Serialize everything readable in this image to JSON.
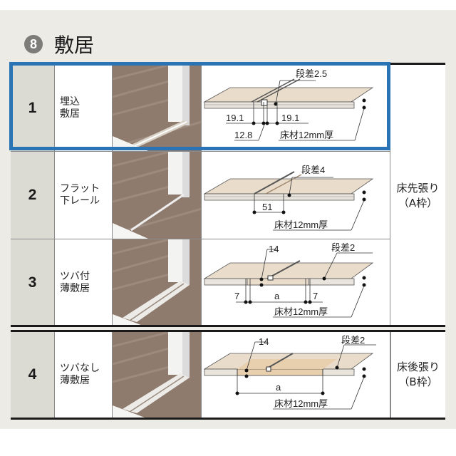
{
  "section": {
    "badge": "8",
    "title": "敷居"
  },
  "rows": [
    {
      "num": "1",
      "name_line1": "埋込",
      "name_line2": "敷居",
      "labels": {
        "step": "段差2.5",
        "left": "19.1",
        "right": "19.1",
        "mid": "12.8",
        "floor": "床材12mm厚"
      }
    },
    {
      "num": "2",
      "name_line1": "フラット",
      "name_line2": "下レール",
      "labels": {
        "step": "段差4",
        "width": "51",
        "floor": "床材12mm厚"
      }
    },
    {
      "num": "3",
      "name_line1": "ツバ付",
      "name_line2": "薄敷居",
      "labels": {
        "top": "14",
        "step": "段差2",
        "left": "7",
        "a": "a",
        "right": "7",
        "floor": "床材12mm厚"
      }
    },
    {
      "num": "4",
      "name_line1": "ツバなし",
      "name_line2": "薄敷居",
      "labels": {
        "top": "14",
        "step": "段差2",
        "a": "a",
        "floor": "床材12mm厚"
      }
    }
  ],
  "groups": [
    {
      "line1": "床先張り",
      "line2": "（A枠）"
    },
    {
      "line1": "床後張り",
      "line2": "（B枠）"
    }
  ],
  "colors": {
    "highlight": "#2a73b5",
    "panel": "#ecebe6",
    "num_cell": "#dcdbd3",
    "wood": "#8f7b6d",
    "board": "#eadccb"
  }
}
